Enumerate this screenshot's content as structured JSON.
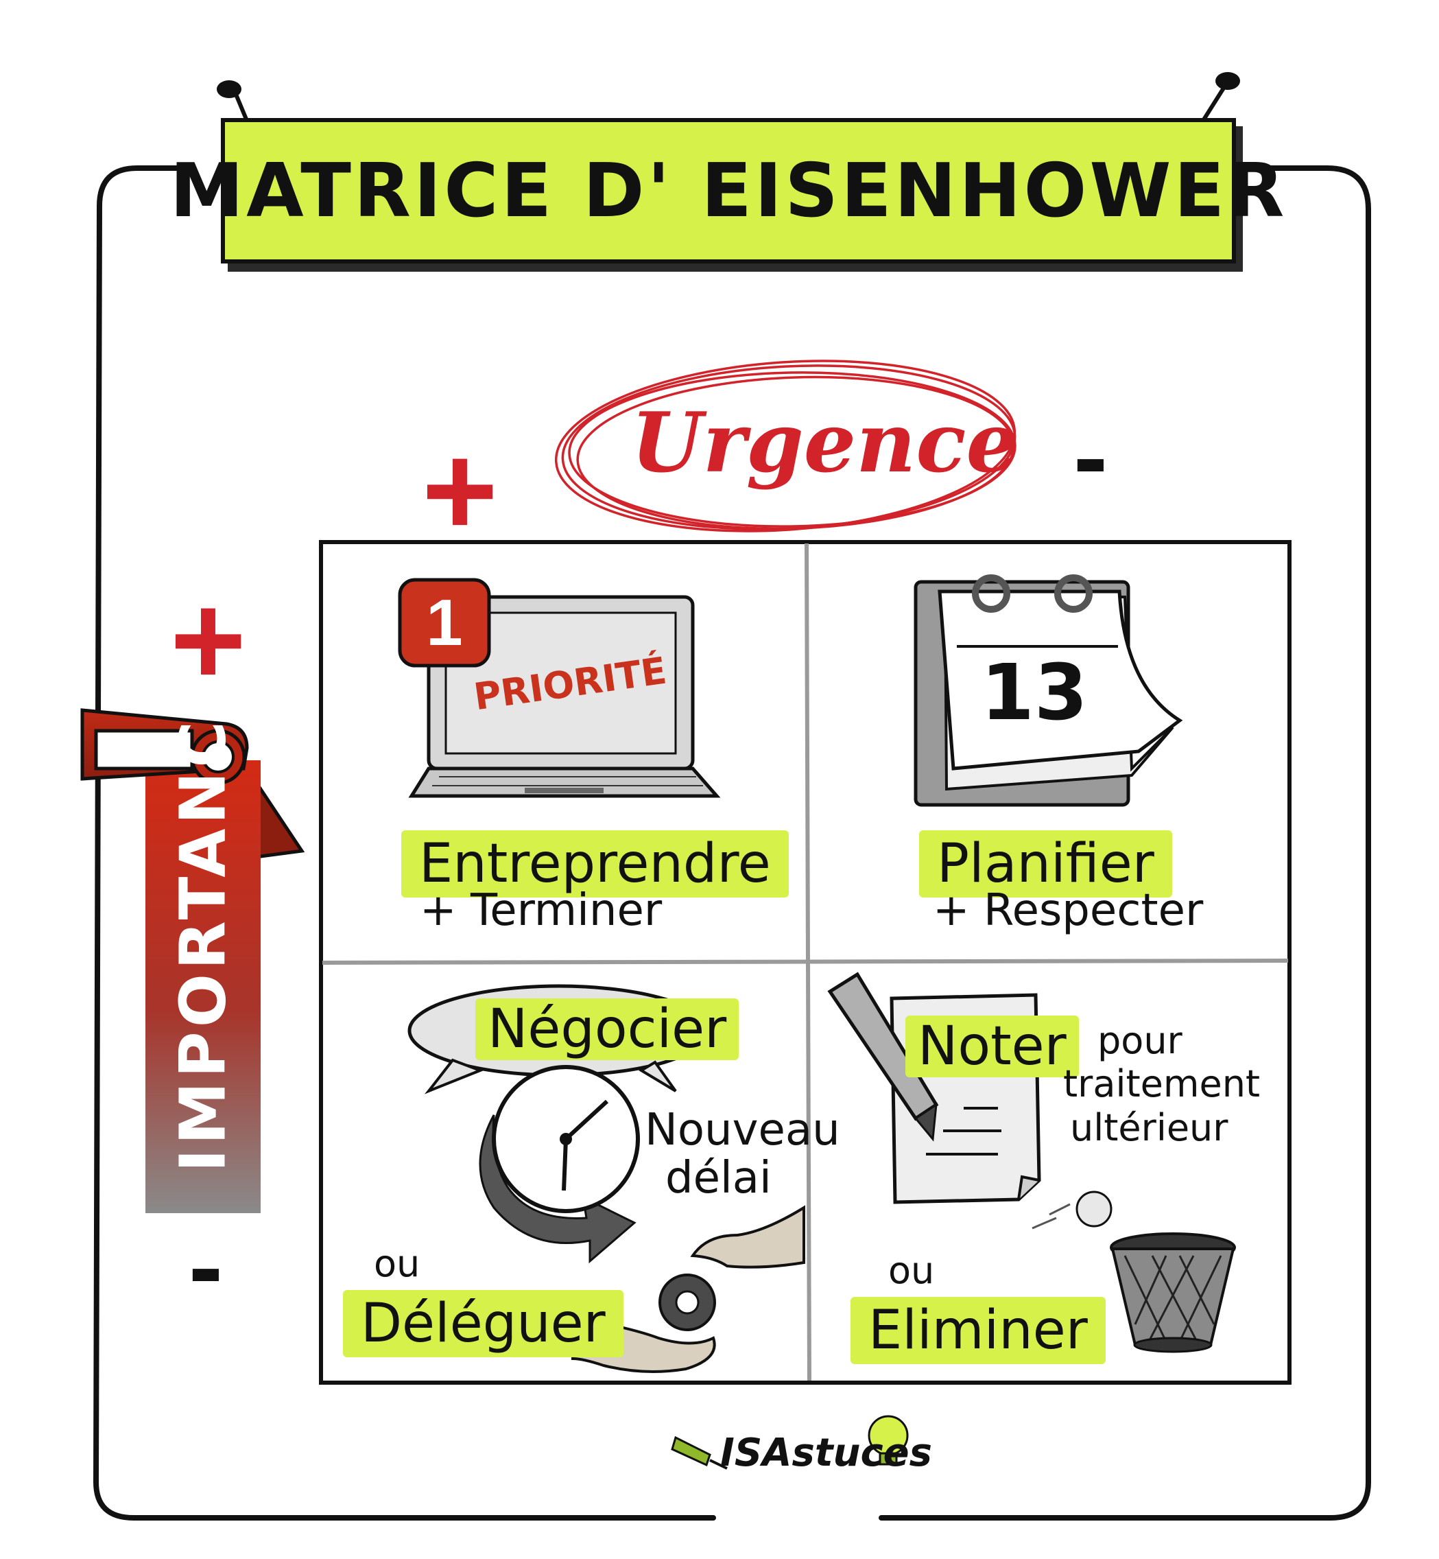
{
  "title": "MATRICE D' EISENHOWER",
  "urgency": {
    "label": "Urgence",
    "plus": "+",
    "minus": "-"
  },
  "importance": {
    "label": "IMPORTANCE",
    "plus": "+",
    "minus": "-"
  },
  "quadrants": {
    "q1": {
      "badge": "1",
      "screen_text": "PRIORITÉ",
      "action": "Entreprendre",
      "sub": "+ Terminer"
    },
    "q2": {
      "calendar_day": "13",
      "action": "Planifier",
      "sub": "+ Respecter"
    },
    "q3": {
      "action": "Négocier",
      "clock_note_1": "Nouveau",
      "clock_note_2": "délai",
      "or": "ou",
      "alt": "Déléguer"
    },
    "q4": {
      "action": "Noter",
      "note_1": "pour",
      "note_2": "traitement",
      "note_3": "ultérieur",
      "or": "ou",
      "alt": "Eliminer"
    }
  },
  "logo": {
    "text": "ISAstuces"
  },
  "colors": {
    "accent_green": "#d6f24a",
    "accent_red": "#d2232a",
    "ink": "#111111",
    "grey": "#9a9a9a"
  },
  "icons": [
    "laptop-icon",
    "calendar-icon",
    "speech-bubble-icon",
    "clock-icon",
    "gear-icon",
    "hands-icon",
    "pencil-icon",
    "paper-note-icon",
    "trash-bin-icon",
    "paper-ball-icon",
    "lightbulb-icon",
    "plug-icon",
    "bookmark-tag-icon"
  ]
}
